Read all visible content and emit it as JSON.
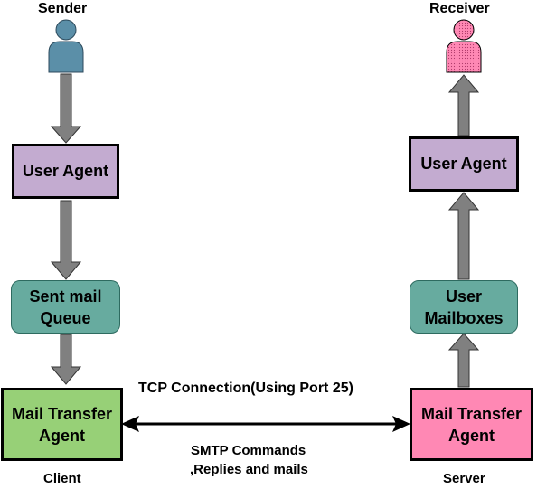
{
  "sender": {
    "label": "Sender"
  },
  "receiver": {
    "label": "Receiver"
  },
  "client": {
    "label": "Client",
    "user_agent": "User Agent",
    "queue_line1": "Sent mail",
    "queue_line2": "Queue",
    "mta_line1": "Mail Transfer",
    "mta_line2": "Agent"
  },
  "server": {
    "label": "Server",
    "user_agent": "User Agent",
    "mailbox_line1": "User",
    "mailbox_line2": "Mailboxes",
    "mta_line1": "Mail Transfer",
    "mta_line2": "Agent"
  },
  "connection": {
    "label": "TCP Connection(Using Port 25)",
    "commands_line1": "SMTP Commands",
    "commands_line2": ",Replies and mails"
  },
  "colors": {
    "sender_figure": "#5b8fa8",
    "receiver_figure": "#ff88b4",
    "user_agent": "#c3abd0",
    "queue_mailbox": "#67ab9f",
    "client_mta": "#97d077",
    "server_mta": "#ff88b4",
    "arrow_fill": "#808080"
  }
}
